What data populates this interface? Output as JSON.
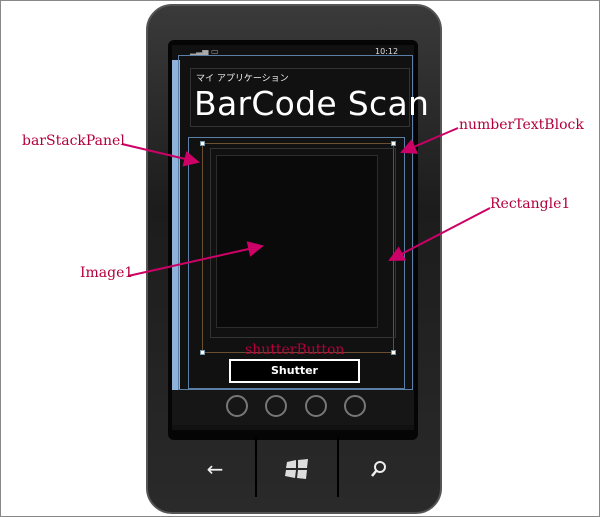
{
  "status_bar": {
    "time": "10:12"
  },
  "app": {
    "app_name": "マイ アプリケーション",
    "page_title": "BarCode Scan",
    "shutter_label": "Shutter"
  },
  "annotations": {
    "bar_stack_panel": "barStackPanel",
    "number_text_block": "numberTextBlock",
    "rectangle1": "Rectangle1",
    "image1": "Image1",
    "shutter_button": "shutterButton"
  },
  "hardware": {
    "back_icon": "←",
    "search_icon": "⚲"
  },
  "colors": {
    "annotation": "#b3003c",
    "designer_guide": "#5b7fa6"
  }
}
